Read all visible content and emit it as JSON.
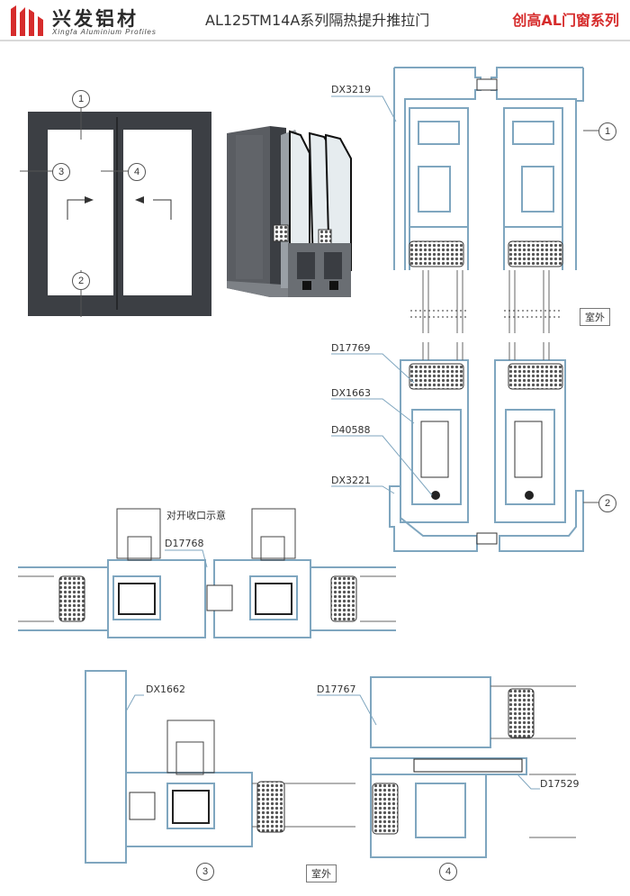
{
  "header": {
    "brand_cn": "兴发铝材",
    "brand_en": "Xingfa Aluminium Profiles",
    "title": "AL125TM14A系列隔热提升推拉门",
    "series": "创高AL门窗系列"
  },
  "callouts": {
    "c1": "1",
    "c2": "2",
    "c3": "3",
    "c4": "4"
  },
  "parts": {
    "dx3219": "DX3219",
    "d17769": "D17769",
    "dx1663": "DX1663",
    "d40588": "D40588",
    "dx3221": "DX3221",
    "d17768": "D17768",
    "dx1662": "DX1662",
    "d17767": "D17767",
    "d17529": "D17529"
  },
  "notes": {
    "meeting_stile": "对开收口示意",
    "exterior": "室外"
  },
  "colors": {
    "frame_dark": "#3c3f44",
    "profile_blue": "#7fa6bf",
    "accent_red": "#d62c2c"
  }
}
